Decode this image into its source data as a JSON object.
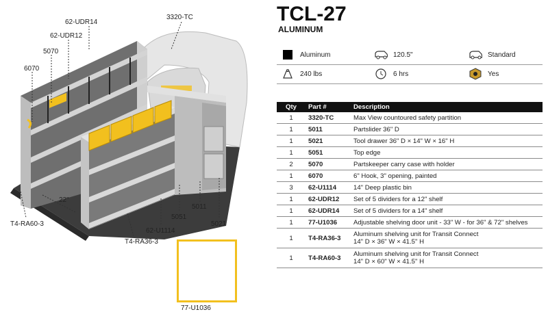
{
  "product": {
    "title": "TCL-27",
    "subtitle": "ALUMINUM"
  },
  "specs": [
    {
      "icon": "black-square-icon",
      "text": "Aluminum"
    },
    {
      "icon": "van-length-icon",
      "text": "120.5\""
    },
    {
      "icon": "van-roof-icon",
      "text": "Standard"
    },
    {
      "icon": "weight-icon",
      "text": "240 lbs"
    },
    {
      "icon": "clock-icon",
      "text": "6 hrs"
    },
    {
      "icon": "hardware-nut-icon",
      "text": "Yes"
    }
  ],
  "table": {
    "headers": {
      "qty": "Qty",
      "part": "Part #",
      "description": "Description"
    },
    "rows": [
      {
        "qty": "1",
        "part": "3320-TC",
        "description": "Max View countoured safety partition"
      },
      {
        "qty": "1",
        "part": "5011",
        "description": "Partslider 36\" D"
      },
      {
        "qty": "1",
        "part": "5021",
        "description": "Tool drawer 36\" D × 14\" W × 16\" H"
      },
      {
        "qty": "1",
        "part": "5051",
        "description": "Top edge"
      },
      {
        "qty": "2",
        "part": "5070",
        "description": "Partskeeper carry case with holder"
      },
      {
        "qty": "1",
        "part": "6070",
        "description": "6\" Hook, 3\" opening, painted"
      },
      {
        "qty": "3",
        "part": "62-U1114",
        "description": "14\" Deep plastic bin"
      },
      {
        "qty": "1",
        "part": "62-UDR12",
        "description": "Set of 5 dividers for a 12\" shelf"
      },
      {
        "qty": "1",
        "part": "62-UDR14",
        "description": "Set of 5 dividers for a 14\" shelf"
      },
      {
        "qty": "1",
        "part": "77-U1036",
        "description": "Adjustable shelving door unit - 33\" W - for 36\" & 72\" shelves"
      },
      {
        "qty": "1",
        "part": "T4-RA36-3",
        "description": "Aluminum shelving unit for Transit Connect",
        "description2": "14\" D × 36\" W × 41.5\" H"
      },
      {
        "qty": "1",
        "part": "T4-RA60-3",
        "description": "Aluminum shelving unit for Transit Connect",
        "description2": "14\" D × 60\" W × 41.5\" H"
      }
    ]
  },
  "callouts": {
    "udr14": "62-UDR14",
    "tc3320": "3320-TC",
    "udr12": "62-UDR12",
    "p5070": "5070",
    "p6070": "6070",
    "dim22": "22\"",
    "ra60": "T4-RA60-3",
    "u1114": "62-U1114",
    "p5051": "5051",
    "p5011": "5011",
    "p5021": "5021",
    "ra36": "T4-RA36-3",
    "u1036": "77-U1036"
  },
  "colors": {
    "bin_yellow": "#f2c01e",
    "header_black": "#111111",
    "aluminum": "#c9c9c9"
  }
}
